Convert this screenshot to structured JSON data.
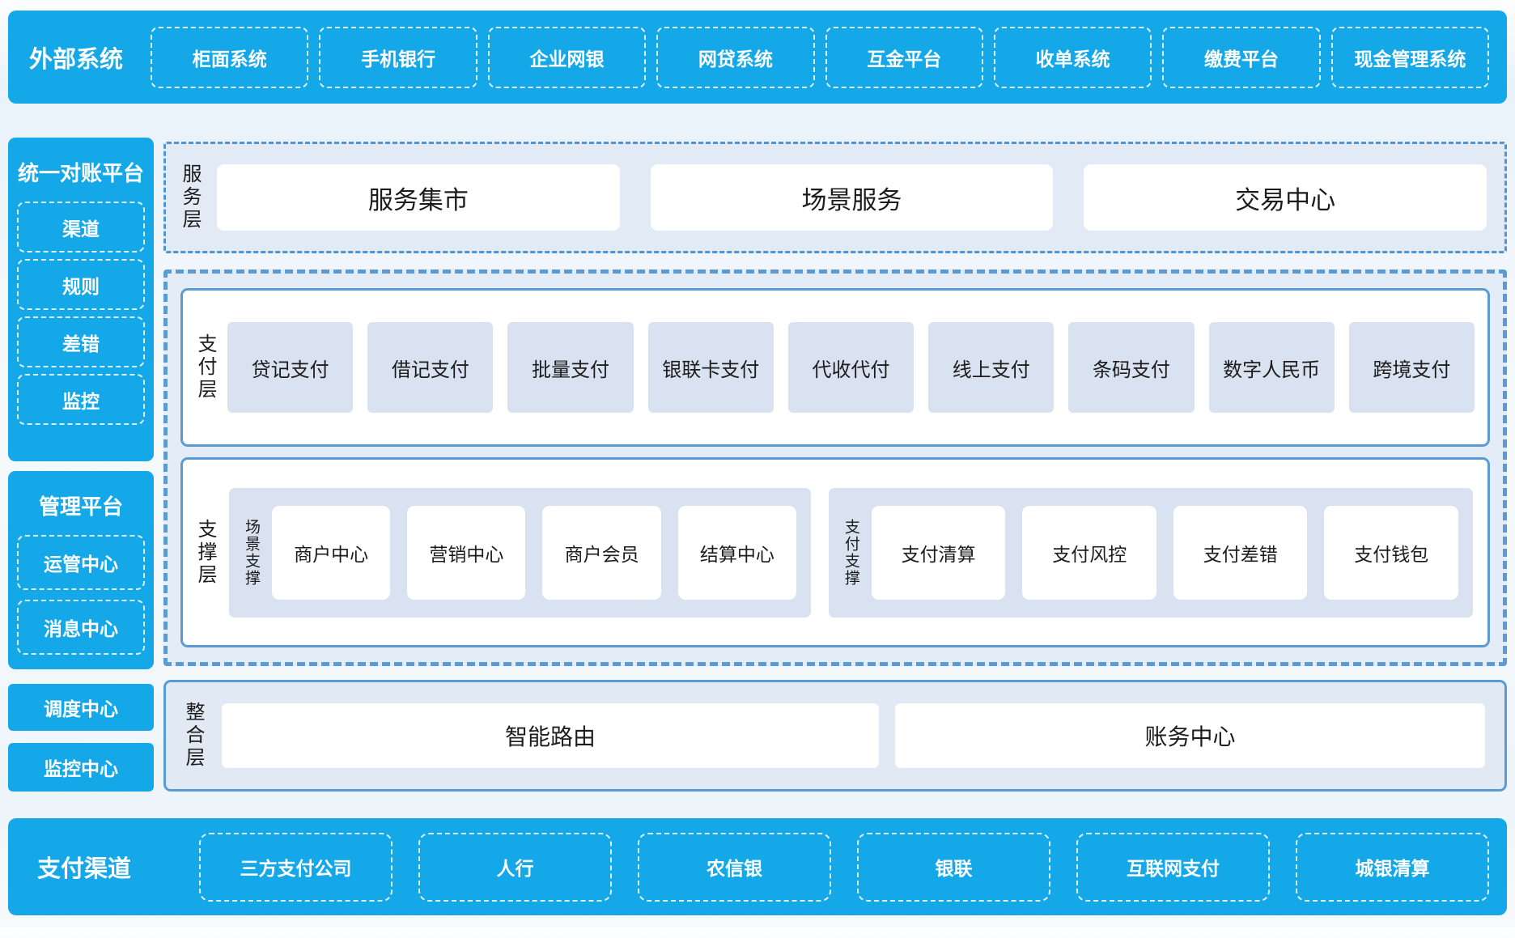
{
  "colors": {
    "accent_blue": "#14a8e9",
    "panel_bg": "#e2eaf5",
    "dashed_wrap_bg": "#e4ecf7",
    "item_bg": "#d8e2f0",
    "solid_border": "#5b9bd5",
    "dashdot_border": "#4f94d6",
    "text_dark": "#1c1c1c",
    "text_light": "#ffffff"
  },
  "top_bar": {
    "title": "外部系统",
    "items": [
      "柜面系统",
      "手机银行",
      "企业网银",
      "网贷系统",
      "互金平台",
      "收单系统",
      "缴费平台",
      "现金管理系统"
    ]
  },
  "sidebar": {
    "recon": {
      "title": "统一对账平台",
      "items": [
        "渠道",
        "规则",
        "差错",
        "监控"
      ]
    },
    "mgmt": {
      "title": "管理平台",
      "items": [
        "运管中心",
        "消息中心"
      ]
    },
    "standalone": [
      "调度中心",
      "监控中心"
    ]
  },
  "layers": {
    "service": {
      "label": "服务层",
      "items": [
        "服务集市",
        "场景服务",
        "交易中心"
      ]
    },
    "payment": {
      "label": "支付层",
      "items": [
        "贷记支付",
        "借记支付",
        "批量支付",
        "银联卡支付",
        "代收代付",
        "线上支付",
        "条码支付",
        "数字人民币",
        "跨境支付"
      ]
    },
    "support": {
      "label": "支撑层",
      "groups": [
        {
          "label": "场景支撑",
          "items": [
            "商户中心",
            "营销中心",
            "商户会员",
            "结算中心"
          ]
        },
        {
          "label": "支付支撑",
          "items": [
            "支付清算",
            "支付风控",
            "支付差错",
            "支付钱包"
          ]
        }
      ]
    },
    "integration": {
      "label": "整合层",
      "items": [
        "智能路由",
        "账务中心"
      ]
    }
  },
  "bottom_bar": {
    "title": "支付渠道",
    "items": [
      "三方支付公司",
      "人行",
      "农信银",
      "银联",
      "互联网支付",
      "城银清算"
    ]
  }
}
